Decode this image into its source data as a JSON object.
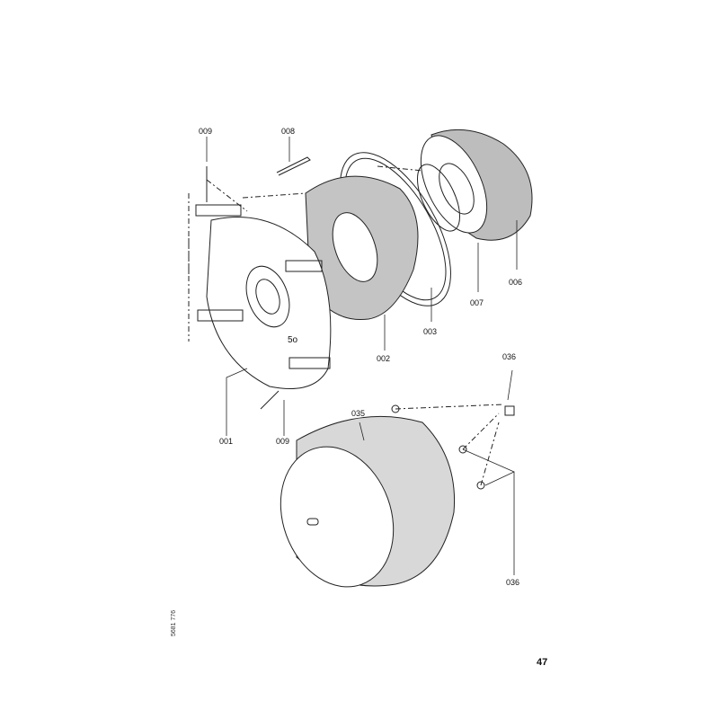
{
  "labels": {
    "p009_top": "009",
    "p008": "008",
    "p006": "006",
    "p007": "007",
    "p003": "003",
    "p002": "002",
    "p001": "001",
    "p009_bottom": "009",
    "p50": "5o",
    "p035": "035",
    "p036_top": "036",
    "p036_bottom": "036"
  },
  "page_number": "47",
  "drawing_code": "5681 776"
}
